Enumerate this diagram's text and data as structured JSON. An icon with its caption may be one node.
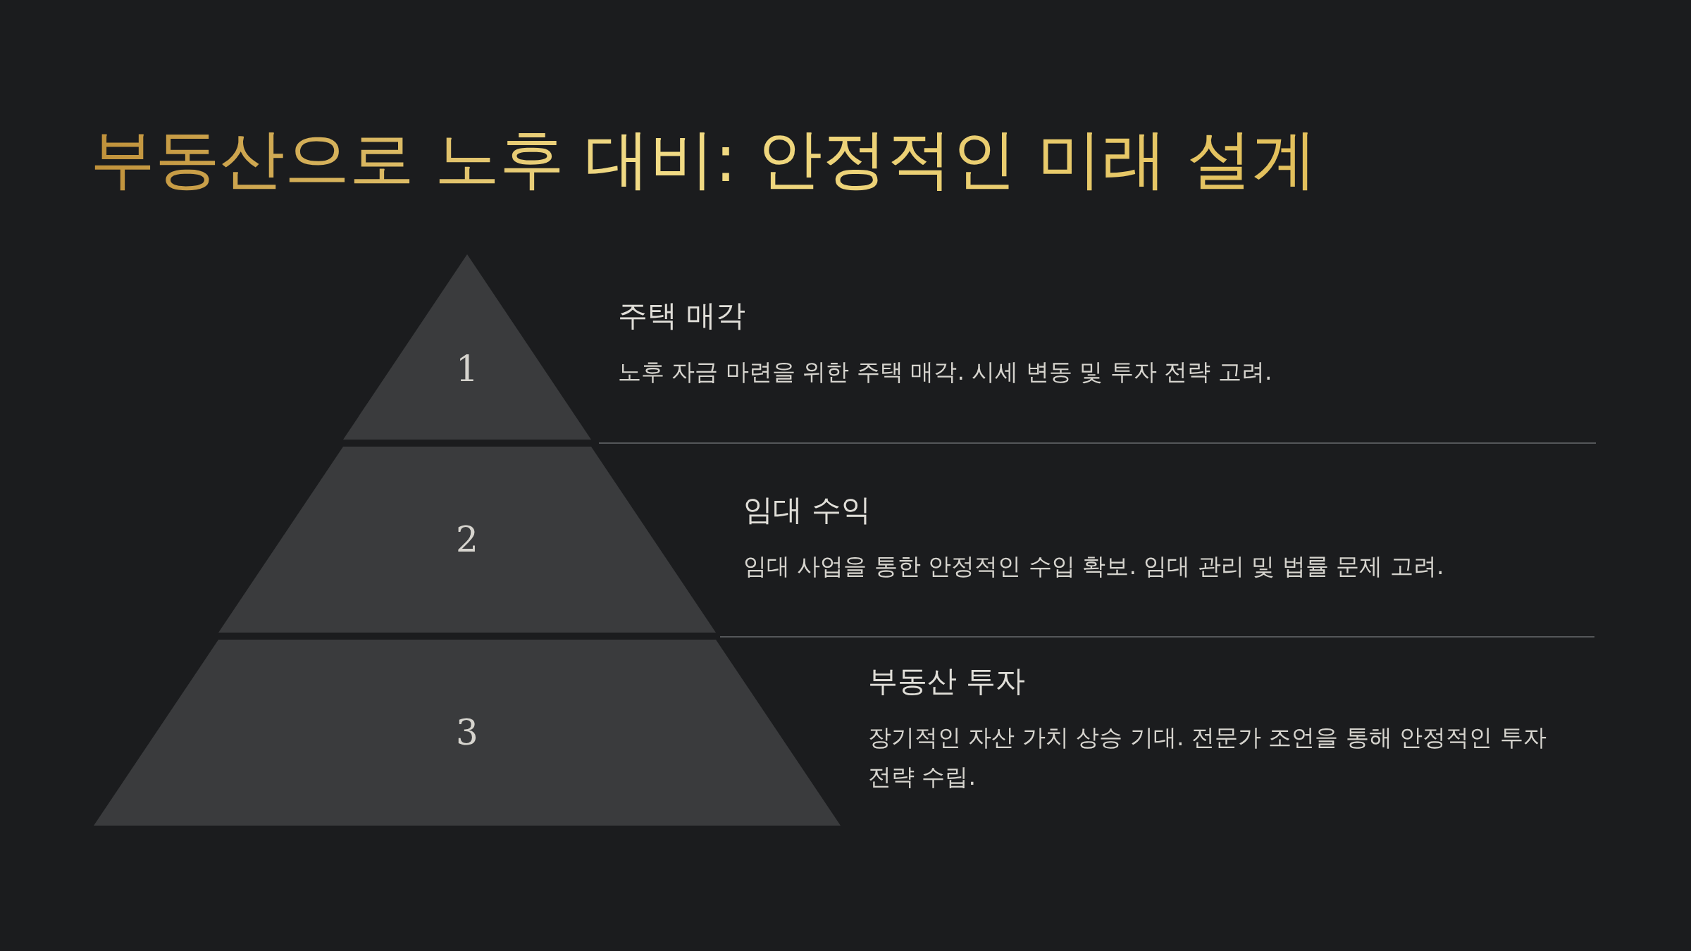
{
  "diagram": {
    "title": "부동산으로 노후 대비: 안정적인 미래 설계",
    "nodes": [
      {
        "text": [
          "1"
        ],
        "beside": [
          "주택 매각",
          "노후 자금 마련을 위한 주택 매각. 시세 변동 및 투자 전략 고려."
        ]
      },
      {
        "text": [
          "2"
        ],
        "beside": [
          "임대 수익",
          "임대 사업을 통한 안정적인 수입 확보. 임대 관리 및 법률 문제 고려."
        ]
      },
      {
        "text": [
          "3"
        ],
        "beside": [
          "부동산 투자",
          "장기적인 자산 가치 상승 기대. 전문가 조언을 통해 안정적인 투자 전략 수립."
        ]
      }
    ],
    "edges": []
  }
}
